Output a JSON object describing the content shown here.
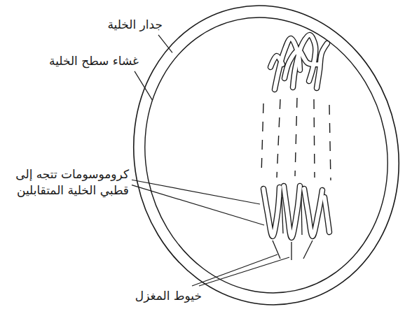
{
  "diagram": {
    "labels": [
      "جدار الخلية",
      "غشاء سطح الخلية",
      "كروموسومات تتجه إلى قطبي الخلية المتقابلين",
      "خيوط المغزل"
    ]
  }
}
